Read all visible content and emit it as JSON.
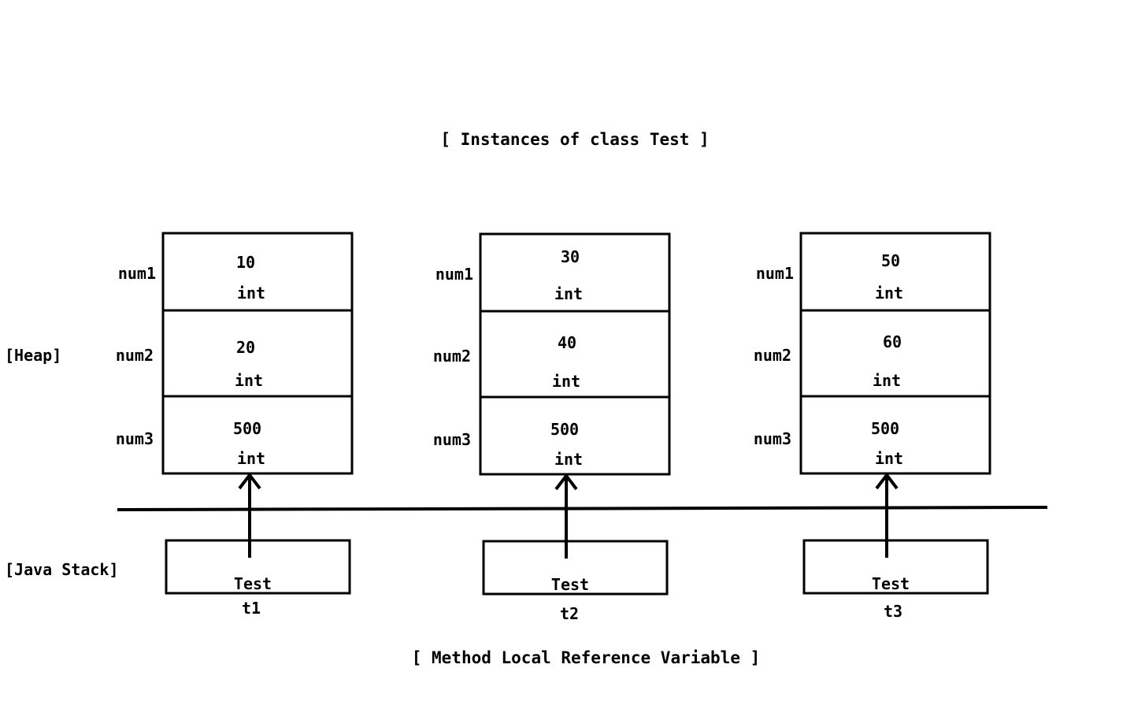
{
  "titles": {
    "top": "[ Instances of class Test ]",
    "bottom": "[ Method Local Reference Variable ]"
  },
  "regions": {
    "heap": "[Heap]",
    "stack": "[Java Stack]"
  },
  "objects": [
    {
      "fields": [
        {
          "name": "num1",
          "value": "10",
          "type": "int"
        },
        {
          "name": "num2",
          "value": "20",
          "type": "int"
        },
        {
          "name": "num3",
          "value": "500",
          "type": "int"
        }
      ],
      "ref_type": "Test",
      "ref_name": "t1"
    },
    {
      "fields": [
        {
          "name": "num1",
          "value": "30",
          "type": "int"
        },
        {
          "name": "num2",
          "value": "40",
          "type": "int"
        },
        {
          "name": "num3",
          "value": "500",
          "type": "int"
        }
      ],
      "ref_type": "Test",
      "ref_name": "t2"
    },
    {
      "fields": [
        {
          "name": "num1",
          "value": "50",
          "type": "int"
        },
        {
          "name": "num2",
          "value": "60",
          "type": "int"
        },
        {
          "name": "num3",
          "value": "500",
          "type": "int"
        }
      ],
      "ref_type": "Test",
      "ref_name": "t3"
    }
  ]
}
